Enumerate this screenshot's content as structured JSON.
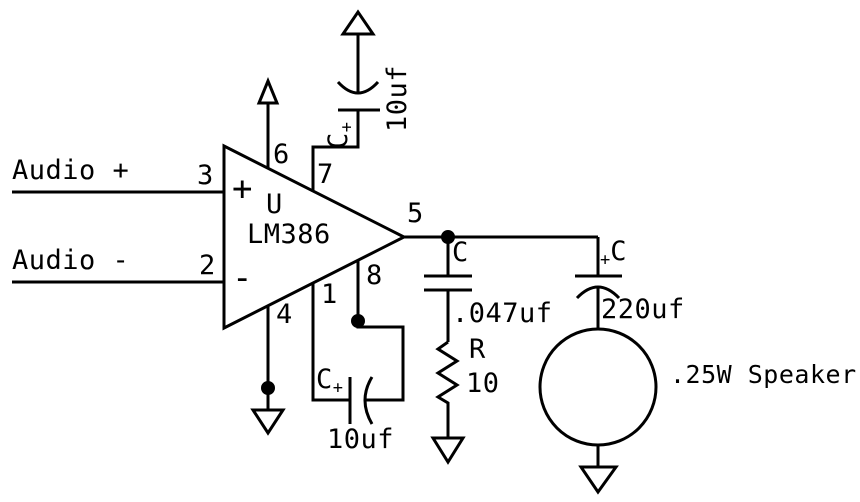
{
  "colors": {
    "background": "#ffffff",
    "line": "#000000"
  },
  "inputs": {
    "audio_plus_label": "Audio +",
    "audio_minus_label": "Audio -"
  },
  "opamp": {
    "refdes": "U",
    "part": "LM386",
    "noninverting_sign": "+",
    "inverting_sign": "-",
    "pins": {
      "p1": "1",
      "p2": "2",
      "p3": "3",
      "p4": "4",
      "p5": "5",
      "p6": "6",
      "p7": "7",
      "p8": "8"
    }
  },
  "components": {
    "supply_cap": {
      "ref": "C",
      "polarity": "+",
      "value": "10uf"
    },
    "gain_cap": {
      "ref": "C",
      "polarity": "+",
      "value": "10uf"
    },
    "snubber_cap": {
      "ref": "C",
      "value": ".047uf"
    },
    "snubber_resistor": {
      "ref": "R",
      "value": "10"
    },
    "output_cap": {
      "ref": "C",
      "polarity": "+",
      "value": "220uf"
    },
    "speaker": {
      "label": ".25W Speaker"
    }
  }
}
